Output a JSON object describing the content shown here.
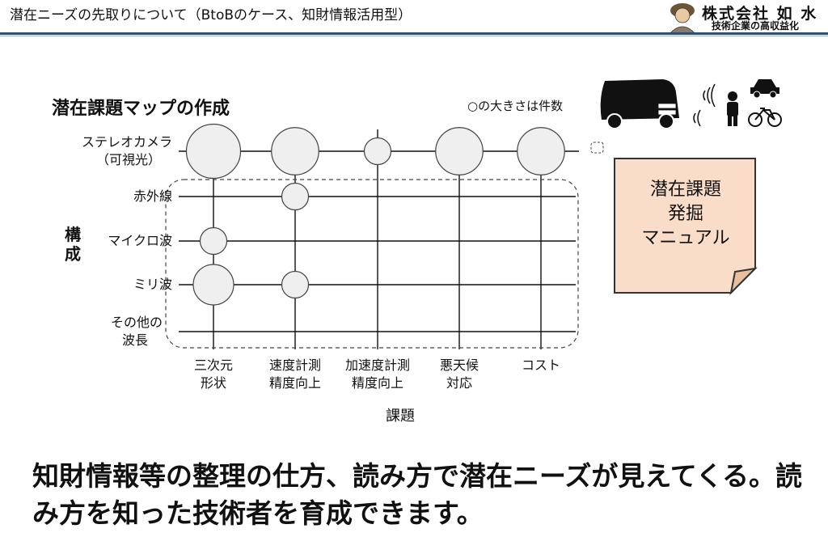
{
  "header": {
    "title": "潜在ニーズの先取りについて（BtoBのケース、知財情報活用型）",
    "company_name": "株式会社 如 水",
    "slogan": "技術企業の高収益化"
  },
  "map": {
    "title": "潜在課題マップの作成",
    "size_note": "○の大きさは件数",
    "y_axis_label": "構成",
    "x_axis_label": "課題",
    "rows": [
      "ステレオカメラ\n（可視光）",
      "赤外線",
      "マイクロ波",
      "ミリ波",
      "その他の\n波長"
    ],
    "columns": [
      "三次元\n形状",
      "速度計測\n精度向上",
      "加速度計測\n精度向上",
      "悪天候\n対応",
      "コスト"
    ],
    "bubbles": [
      {
        "row": 0,
        "col": 0,
        "size": 3
      },
      {
        "row": 0,
        "col": 1,
        "size": 2.5
      },
      {
        "row": 0,
        "col": 2,
        "size": 1
      },
      {
        "row": 0,
        "col": 3,
        "size": 2.5
      },
      {
        "row": 0,
        "col": 4,
        "size": 2.5
      },
      {
        "row": 1,
        "col": 1,
        "size": 1
      },
      {
        "row": 2,
        "col": 0,
        "size": 1
      },
      {
        "row": 3,
        "col": 0,
        "size": 2
      },
      {
        "row": 3,
        "col": 1,
        "size": 1
      }
    ]
  },
  "note": {
    "text": "潜在課題\n発掘\nマニュアル"
  },
  "bottom_text": "知財情報等の整理の仕方、読み方で潜在ニーズが見えてくる。読み方を知った技術者を育成できます。"
}
